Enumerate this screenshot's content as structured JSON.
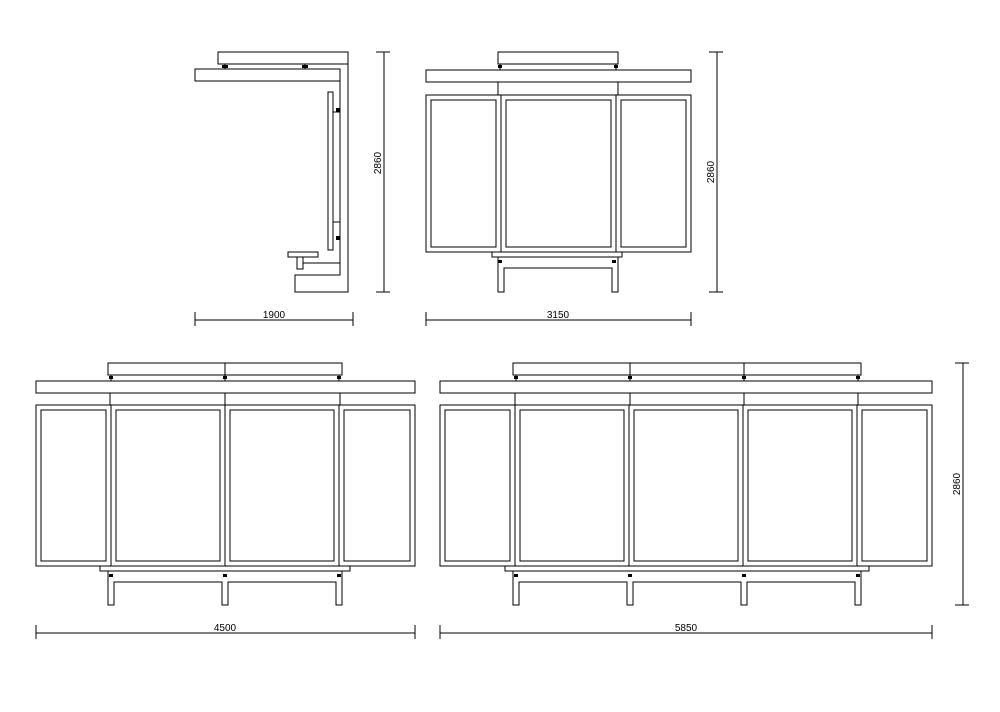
{
  "drawing": {
    "views": [
      {
        "id": "side-view",
        "width_label": "1900",
        "height_label": "2860"
      },
      {
        "id": "front-view-3150",
        "width_label": "3150",
        "height_label": "2860"
      },
      {
        "id": "front-view-4500",
        "width_label": "4500"
      },
      {
        "id": "front-view-5850",
        "width_label": "5850",
        "height_label": "2860"
      }
    ]
  }
}
